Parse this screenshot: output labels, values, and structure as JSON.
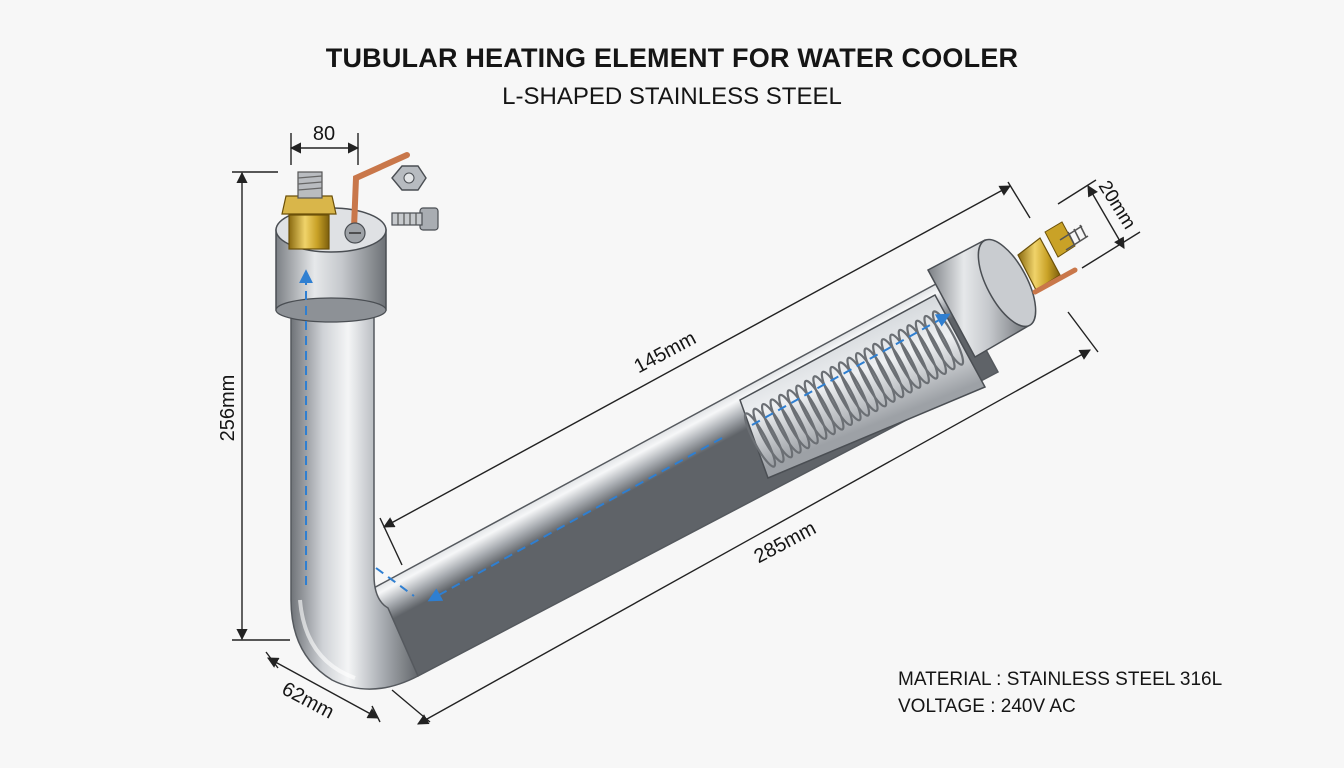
{
  "title": "TUBULAR HEATING ELEMENT FOR WATER COOLER",
  "subtitle": "L-SHAPED STAINLESS STEEL",
  "dimensions": {
    "top_width": "80",
    "height": "256mm",
    "corner": "62mm",
    "diagonal_upper": "145mm",
    "diagonal_lower": "285mm",
    "end": "20mm"
  },
  "specs": {
    "material": "MATERIAL : STAINLESS STEEL 316L",
    "voltage": "VOLTAGE : 240V AC"
  },
  "colors": {
    "steel": "#b9bcc0",
    "brass": "#c9a227",
    "copper": "#c9774a",
    "flow_arrow": "#2f7fd1",
    "dimension_line": "#222222"
  }
}
